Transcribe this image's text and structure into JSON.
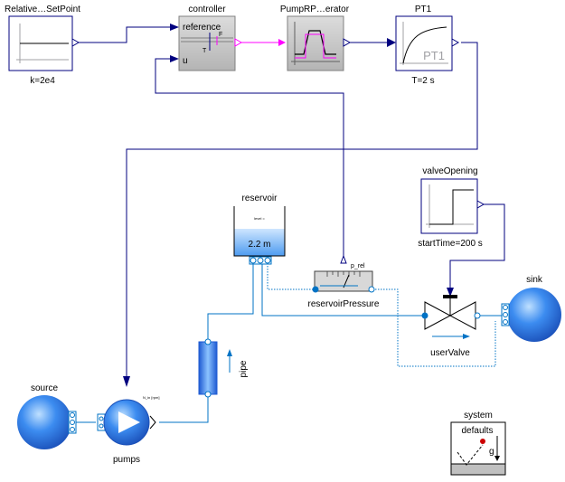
{
  "blocks": {
    "setpoint": {
      "name": "Relative…SetPoint",
      "param": "k=2e4"
    },
    "controller": {
      "name": "controller",
      "input_ref": "reference",
      "input_u": "u",
      "ref_T": "T",
      "ref_F": "F"
    },
    "pumprpm": {
      "name": "PumpRP…erator"
    },
    "pt1": {
      "name": "PT1",
      "inner": "PT1",
      "param": "T=2 s"
    },
    "reservoir": {
      "name": "reservoir",
      "level_caption": "level =",
      "level_value": "2.2 m"
    },
    "reservoir_pressure": {
      "name": "reservoirPressure",
      "port": "p_rel"
    },
    "valve_opening": {
      "name": "valveOpening",
      "param": "startTime=200 s"
    },
    "user_valve": {
      "name": "userValve"
    },
    "sink": {
      "name": "sink"
    },
    "source": {
      "name": "source"
    },
    "pumps": {
      "name": "pumps",
      "speed_caption": "N_in [rpm]"
    },
    "pipe": {
      "name": "pipe"
    },
    "system": {
      "name": "system",
      "defaults": "defaults",
      "g": "g"
    }
  },
  "colors": {
    "signal": "#00007f",
    "fluid": "#0073c5",
    "boolean_pink": "#ff00ff",
    "pressure_dotted": "#0073c5",
    "block_grey": "#c0c0c0",
    "fluid_blue_light": "#96c8ff",
    "fluid_blue_dark": "#1e5ad2"
  }
}
